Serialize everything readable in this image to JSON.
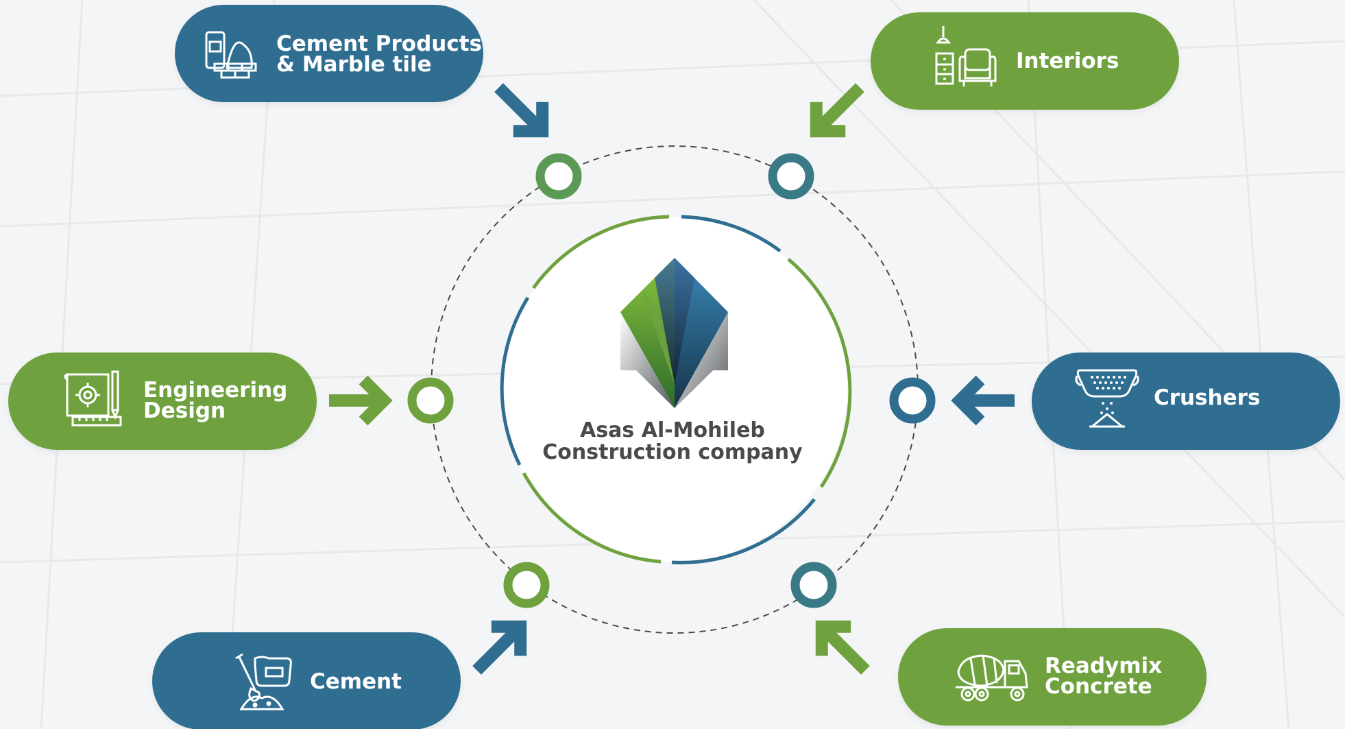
{
  "center": {
    "line1": "Asas Al-Mohileb",
    "line2": "Construction company"
  },
  "services": {
    "cement_products": {
      "line1": "Cement Products",
      "line2": "& Marble tile",
      "icon": "cement-bags-bricks-icon"
    },
    "interiors": {
      "label": "Interiors",
      "icon": "furniture-lamp-icon"
    },
    "engineering": {
      "line1": "Engineering",
      "line2": "Design",
      "icon": "blueprint-gear-icon"
    },
    "crushers": {
      "label": "Crushers",
      "icon": "crusher-machine-icon"
    },
    "cement": {
      "label": "Cement",
      "icon": "cement-bag-shovel-icon"
    },
    "readymix": {
      "line1": "Readymix",
      "line2": "Concrete",
      "icon": "concrete-mixer-truck-icon"
    }
  },
  "colors": {
    "blue": "#2f6e91",
    "green": "#6fa23f",
    "text_dark": "#4a4a4a",
    "background": "#f4f5f6"
  }
}
